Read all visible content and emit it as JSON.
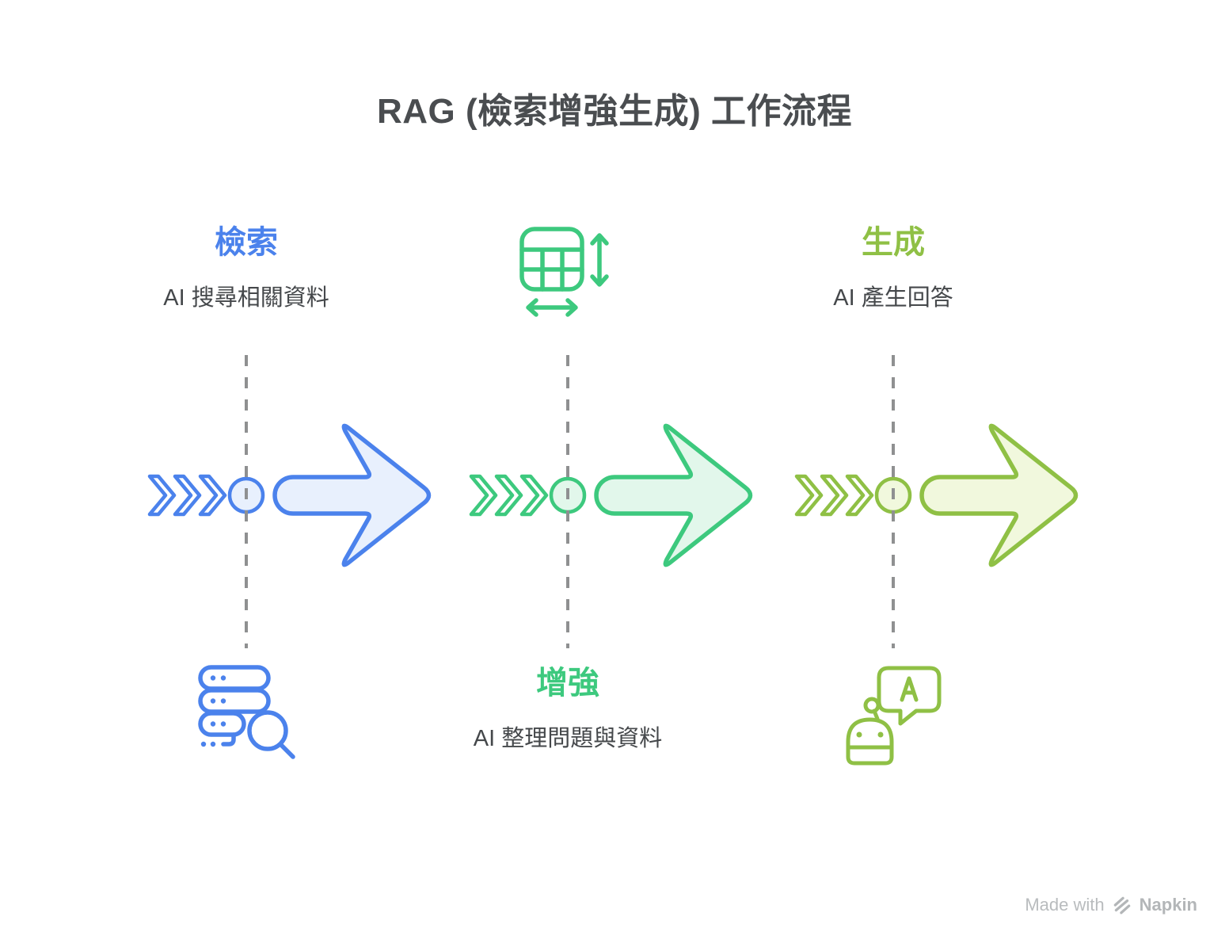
{
  "title": "RAG (檢索增強生成) 工作流程",
  "stages": [
    {
      "name": "檢索",
      "description": "AI 搜尋相關資料",
      "color": "#4B82EC",
      "fill": "#E8F0FD",
      "icon": "database-search-icon",
      "label_position": "top",
      "icon_position": "bottom"
    },
    {
      "name": "增強",
      "description": "AI 整理問題與資料",
      "color": "#3DC97E",
      "fill": "#E2F7EB",
      "icon": "table-resize-icon",
      "label_position": "bottom",
      "icon_position": "top"
    },
    {
      "name": "生成",
      "description": "AI 產生回答",
      "color": "#8FC045",
      "fill": "#F1F8DD",
      "icon": "robot-chat-icon",
      "label_position": "top",
      "icon_position": "bottom"
    }
  ],
  "watermark": {
    "made_with": "Made with",
    "brand": "Napkin",
    "logo_icon": "napkin-logo-icon"
  },
  "colors": {
    "title_text": "#4A4D50",
    "subtitle_text": "#45484B",
    "dashed_line": "#8F9091",
    "watermark_text": "#B9BCBE",
    "background": "#FFFFFF"
  }
}
